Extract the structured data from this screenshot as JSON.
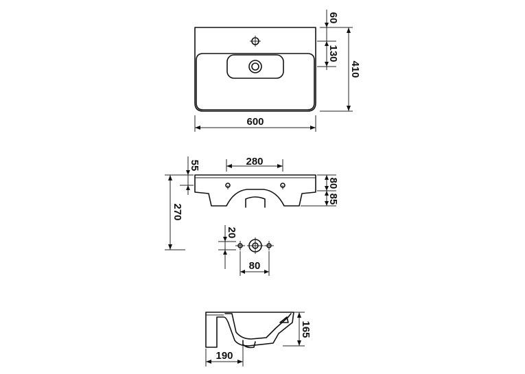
{
  "dimensions": {
    "top_width": "600",
    "top_depth": "410",
    "top_hole_offset": "60",
    "top_basin_offset": "130",
    "front_bowl_width": "280",
    "front_rim_offset": "55",
    "front_rim_height": "80",
    "front_bowl_depth": "85",
    "front_total_height": "270",
    "detail_height": "20",
    "detail_width": "80",
    "side_height": "165",
    "side_depth": "190"
  }
}
